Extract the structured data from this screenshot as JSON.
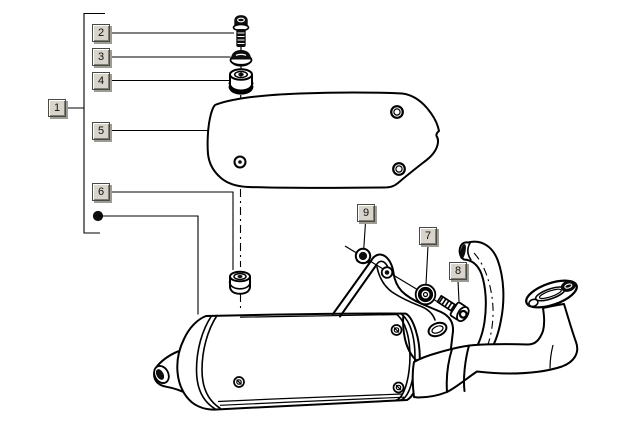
{
  "diagram": {
    "callouts": [
      {
        "label": "1"
      },
      {
        "label": "2"
      },
      {
        "label": "3"
      },
      {
        "label": "4"
      },
      {
        "label": "5"
      },
      {
        "label": "6"
      },
      {
        "label": "7"
      },
      {
        "label": "8"
      },
      {
        "label": "9"
      }
    ]
  },
  "colors": {
    "bg": "#ffffff",
    "line_color": "#000000",
    "callout_fill": "#d8d4cb",
    "callout_highlight": "#ffffff",
    "callout_shadow": "#7e7e76",
    "callout_drop_shadow": "#9c9c94"
  }
}
